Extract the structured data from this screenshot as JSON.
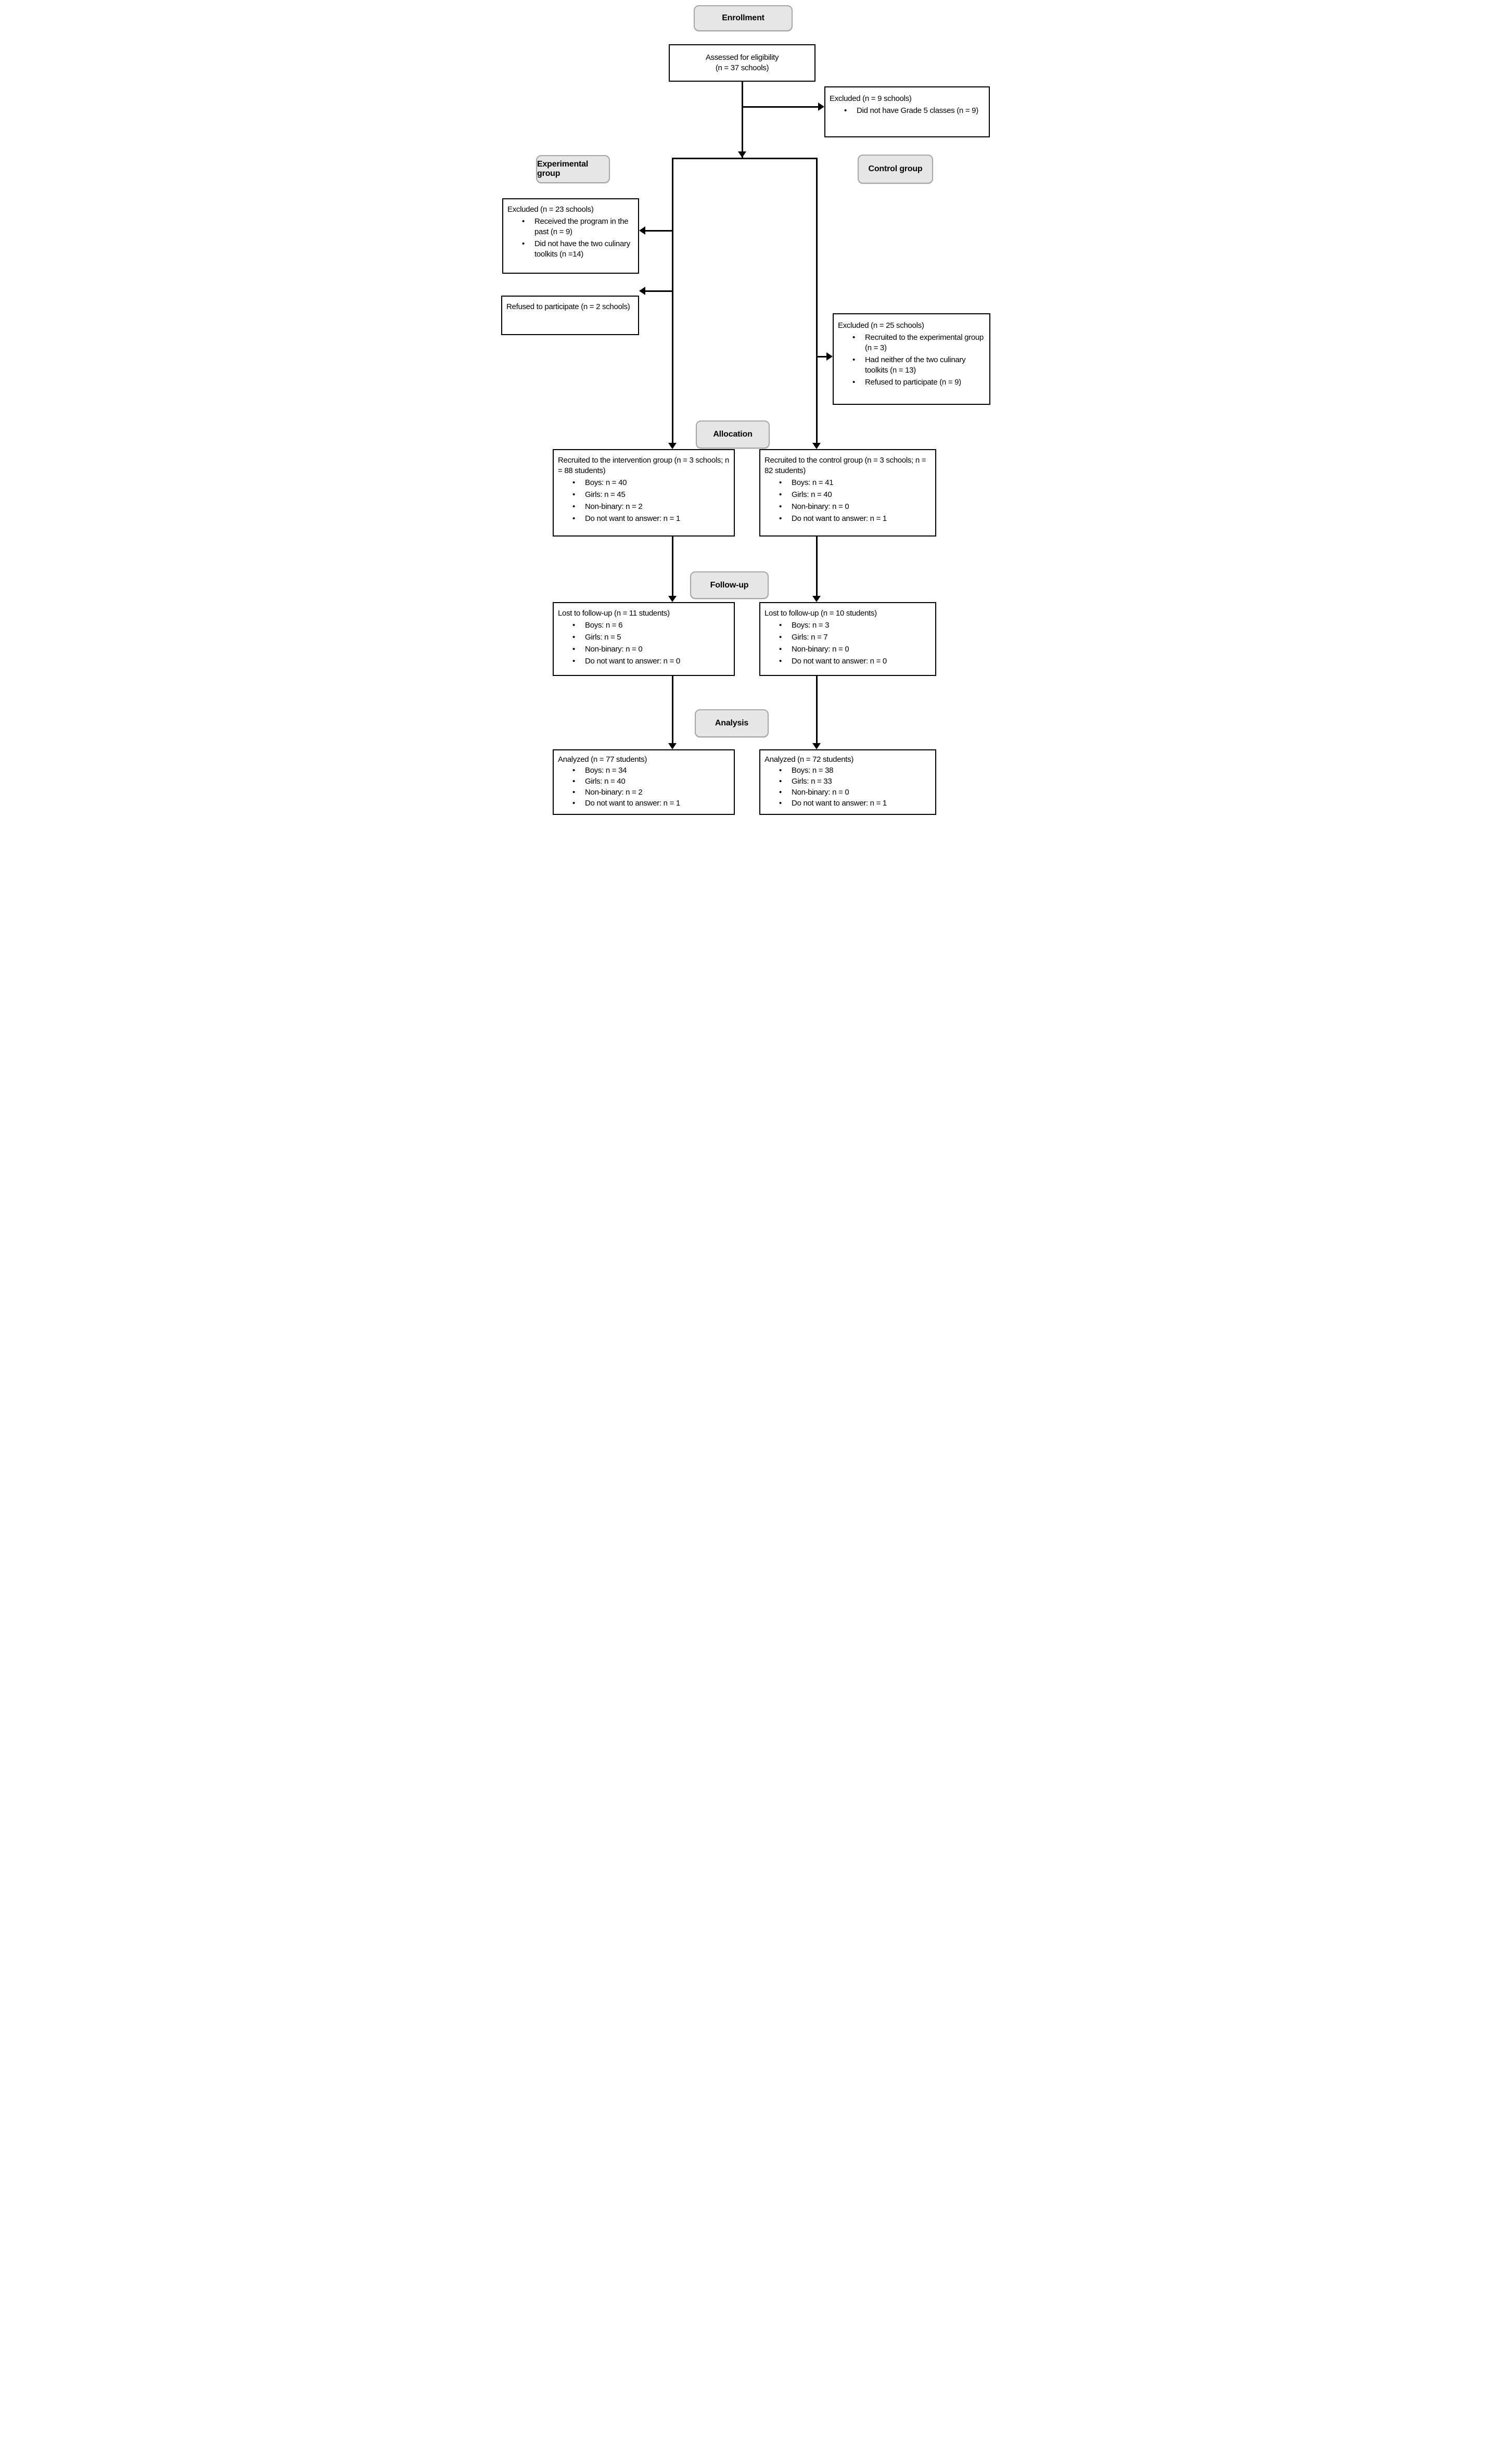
{
  "diagram": {
    "stages": {
      "enrollment": "Enrollment",
      "allocation": "Allocation",
      "followup": "Follow-up",
      "analysis": "Analysis"
    },
    "groups": {
      "experimental": "Experimental group",
      "control": "Control group"
    },
    "boxes": {
      "assessed": {
        "line1": "Assessed for eligibility",
        "line2": "(n = 37 schools)"
      },
      "excluded_eligibility": {
        "title": "Excluded (n = 9 schools)",
        "bullets": [
          "Did not have Grade 5 classes (n = 9)"
        ]
      },
      "excluded_experimental": {
        "title": "Excluded (n = 23 schools)",
        "bullets": [
          "Received the program in the past (n = 9)",
          "Did not have the two culinary toolkits (n =14)"
        ]
      },
      "refused_experimental": {
        "text": "Refused to participate (n = 2 schools)"
      },
      "excluded_control": {
        "title": "Excluded (n = 25 schools)",
        "bullets": [
          "Recruited to the experimental group (n = 3)",
          "Had neither of the two culinary toolkits (n = 13)",
          "Refused to participate (n = 9)"
        ]
      },
      "recruited_intervention": {
        "title": "Recruited to the intervention group (n = 3 schools; n = 88 students)",
        "bullets": [
          "Boys: n = 40",
          "Girls: n = 45",
          "Non-binary: n = 2",
          "Do not want to answer: n = 1"
        ]
      },
      "recruited_control": {
        "title": "Recruited to the control group (n = 3 schools; n = 82 students)",
        "bullets": [
          "Boys: n = 41",
          "Girls: n = 40",
          "Non-binary: n = 0",
          "Do not want to answer: n = 1"
        ]
      },
      "lost_intervention": {
        "title": "Lost to follow-up (n = 11 students)",
        "bullets": [
          "Boys: n = 6",
          "Girls: n = 5",
          "Non-binary: n = 0",
          "Do not want to answer: n = 0"
        ]
      },
      "lost_control": {
        "title": "Lost to follow-up (n = 10 students)",
        "bullets": [
          "Boys: n = 3",
          "Girls: n = 7",
          "Non-binary: n = 0",
          "Do not want to answer: n = 0"
        ]
      },
      "analyzed_intervention": {
        "title": "Analyzed (n = 77 students)",
        "bullets": [
          "Boys: n = 34",
          "Girls: n = 40",
          "Non-binary: n = 2",
          "Do not want to answer: n = 1"
        ]
      },
      "analyzed_control": {
        "title": "Analyzed (n = 72 students)",
        "bullets": [
          "Boys: n = 38",
          "Girls: n = 33",
          "Non-binary: n = 0",
          "Do not want to answer: n = 1"
        ]
      }
    },
    "colors": {
      "stage_fill": "#e7e6e6",
      "stage_border": "#a6a6a6",
      "box_border": "#000000",
      "line": "#000000"
    }
  }
}
